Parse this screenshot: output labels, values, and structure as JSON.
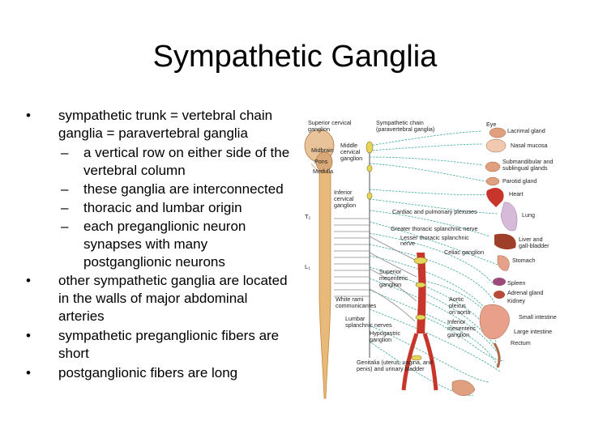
{
  "title": "Sympathetic Ganglia",
  "bullets": [
    {
      "level": 1,
      "text": "sympathetic trunk =  vertebral chain ganglia =  paravertebral ganglia"
    },
    {
      "level": 2,
      "text": "a vertical row on either side of the vertebral column"
    },
    {
      "level": 2,
      "text": "these ganglia are interconnected"
    },
    {
      "level": 2,
      "text": "thoracic and lumbar origin"
    },
    {
      "level": 2,
      "text": "each preganglionic neuron synapses with many postganglionic neurons"
    },
    {
      "level": 1,
      "text": "other sympathetic ganglia are located in the walls of major abdominal arteries"
    },
    {
      "level": 1,
      "text": "sympathetic preganglionic fibers are short"
    },
    {
      "level": 1,
      "text": "postganglionic fibers are long"
    }
  ],
  "figure": {
    "left_labels": {
      "superior_cervical": [
        "Superior cervical",
        "ganglion"
      ],
      "sympathetic_chain": [
        "Sympathetic chain",
        "(paravertebral ganglia)"
      ],
      "midbrain": "Midbrain",
      "pons": "Pons",
      "medulla": "Medulla",
      "middle_cervical": [
        "Middle",
        "cervical",
        "ganglion"
      ],
      "inferior_cervical": [
        "Inferior",
        "cervical",
        "ganglion"
      ],
      "t1": "T₁",
      "l1": "L₁",
      "cardiac": "Cardiac and pulmonary plexuses",
      "greater": "Greater thoracic splanchnic nerve",
      "lesser": [
        "Lesser thoracic splanchnic",
        "nerve"
      ],
      "celiac": "Celiac ganglion",
      "superior_mesenteric": [
        "Superior",
        "mesenteric",
        "ganglion"
      ],
      "white_rami": [
        "White rami",
        "communicantes"
      ],
      "aortic": [
        "Aortic",
        "plexus",
        "on aorta"
      ],
      "lumbar": [
        "Lumbar",
        "splanchnic nerves"
      ],
      "inferior_mesenteric": [
        "Inferior",
        "mesenteric",
        "ganglion"
      ],
      "hypogastric": [
        "Hypogastric",
        "ganglion"
      ],
      "genitalia": [
        "Genitalia (uterus, vagina, and",
        "penis) and urinary bladder"
      ]
    },
    "right_labels": {
      "eye": "Eye",
      "lacrimal": "Lacrimal gland",
      "nasal": "Nasal mucosa",
      "submandibular": [
        "Submandibular and",
        "sublingual glands"
      ],
      "parotid": "Parotid gland",
      "heart": "Heart",
      "lung": "Lung",
      "liver": [
        "Liver and",
        "gall-bladder"
      ],
      "stomach": "Stomach",
      "spleen": "Spleen",
      "adrenal": "Adrenal gland",
      "kidney": "Kidney",
      "small_intestine": "Small intestine",
      "large_intestine": "Large intestine",
      "rectum": "Rectum"
    },
    "colors": {
      "postganglionic": "#3aa89a",
      "preganglionic": "#8a8a8a",
      "spinal": "#e7b97a",
      "spinal_edge": "#c68a3a",
      "ganglia": "#e7d55a",
      "aorta": "#c8362b",
      "organ": "#d98a6a"
    }
  }
}
